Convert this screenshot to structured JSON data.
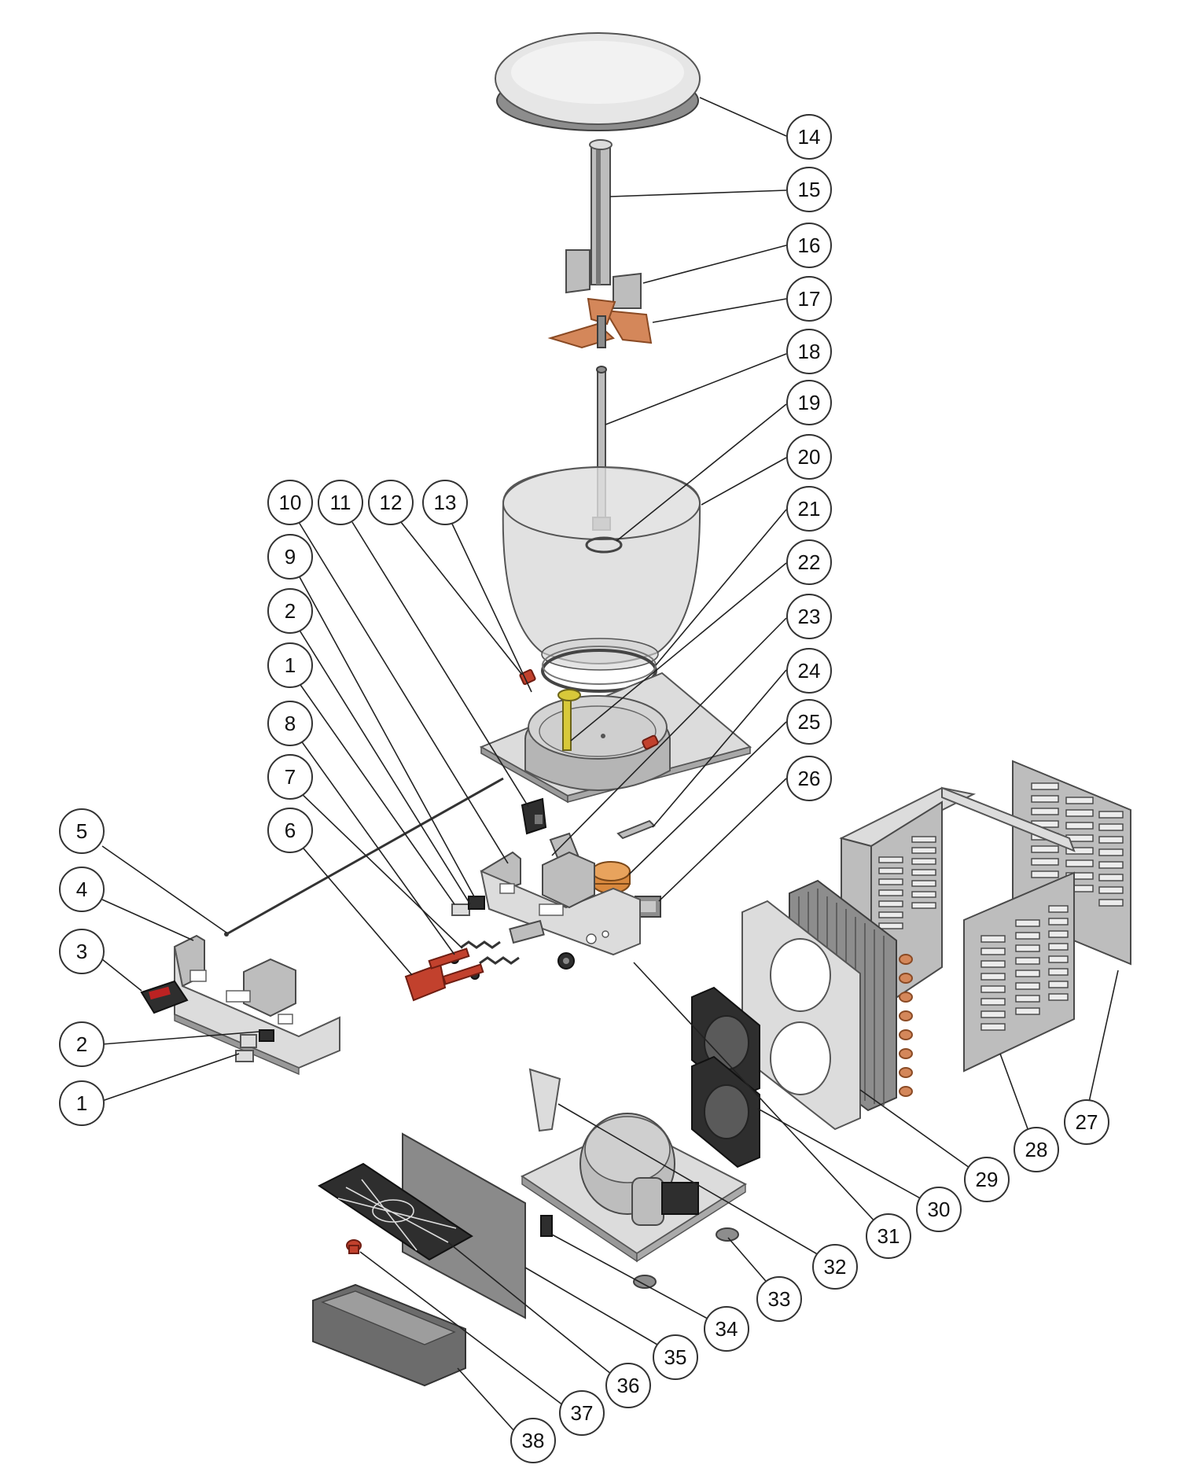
{
  "diagram": {
    "type": "exploded-parts-view",
    "callouts": [
      {
        "id": "14",
        "label": "14"
      },
      {
        "id": "15",
        "label": "15"
      },
      {
        "id": "16",
        "label": "16"
      },
      {
        "id": "17",
        "label": "17"
      },
      {
        "id": "18",
        "label": "18"
      },
      {
        "id": "19",
        "label": "19"
      },
      {
        "id": "20",
        "label": "20"
      },
      {
        "id": "21",
        "label": "21"
      },
      {
        "id": "22",
        "label": "22"
      },
      {
        "id": "23",
        "label": "23"
      },
      {
        "id": "24",
        "label": "24"
      },
      {
        "id": "25",
        "label": "25"
      },
      {
        "id": "26",
        "label": "26"
      },
      {
        "id": "10",
        "label": "10"
      },
      {
        "id": "11",
        "label": "11"
      },
      {
        "id": "12",
        "label": "12"
      },
      {
        "id": "13",
        "label": "13"
      },
      {
        "id": "9",
        "label": "9"
      },
      {
        "id": "2a",
        "label": "2"
      },
      {
        "id": "1a",
        "label": "1"
      },
      {
        "id": "8",
        "label": "8"
      },
      {
        "id": "7",
        "label": "7"
      },
      {
        "id": "6",
        "label": "6"
      },
      {
        "id": "5",
        "label": "5"
      },
      {
        "id": "4",
        "label": "4"
      },
      {
        "id": "3",
        "label": "3"
      },
      {
        "id": "2b",
        "label": "2"
      },
      {
        "id": "1b",
        "label": "1"
      },
      {
        "id": "27",
        "label": "27"
      },
      {
        "id": "28",
        "label": "28"
      },
      {
        "id": "29",
        "label": "29"
      },
      {
        "id": "30",
        "label": "30"
      },
      {
        "id": "31",
        "label": "31"
      },
      {
        "id": "32",
        "label": "32"
      },
      {
        "id": "33",
        "label": "33"
      },
      {
        "id": "34",
        "label": "34"
      },
      {
        "id": "35",
        "label": "35"
      },
      {
        "id": "36",
        "label": "36"
      },
      {
        "id": "37",
        "label": "37"
      },
      {
        "id": "38",
        "label": "38"
      }
    ]
  }
}
